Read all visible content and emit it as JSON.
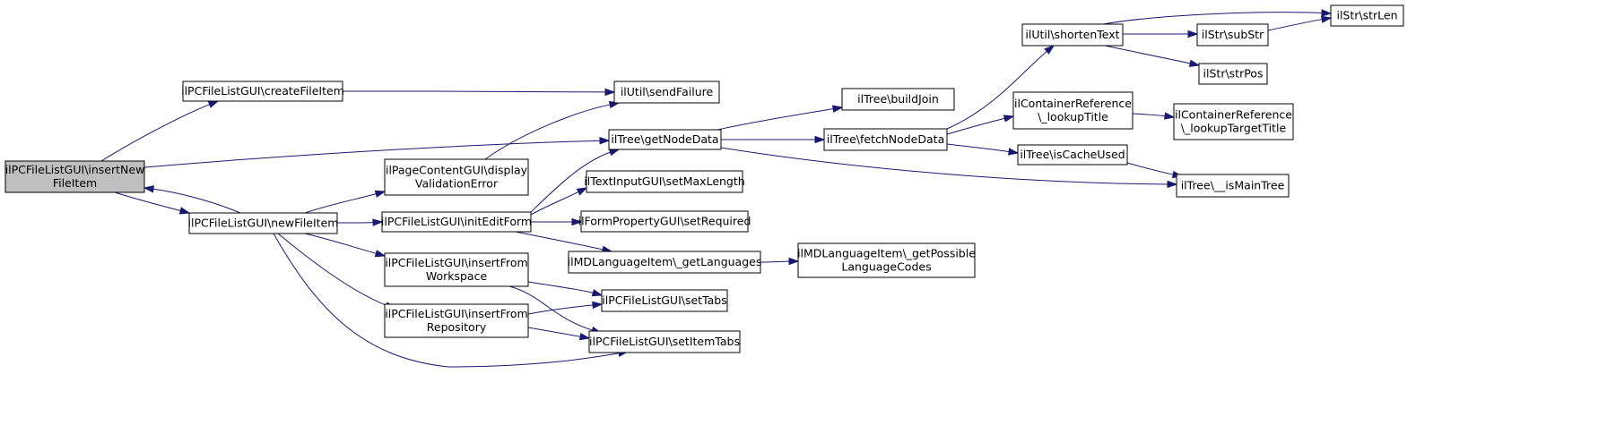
{
  "graph": {
    "nodes": [
      {
        "id": "insertNewFileItem",
        "lines": [
          "ilPCFileListGUI\\insertNew",
          "FileItem"
        ],
        "root": true
      },
      {
        "id": "createFileItem",
        "lines": [
          "ilPCFileListGUI\\createFileItem"
        ]
      },
      {
        "id": "newFileItem",
        "lines": [
          "ilPCFileListGUI\\newFileItem"
        ]
      },
      {
        "id": "displayValidationError",
        "lines": [
          "ilPageContentGUI\\display",
          "ValidationError"
        ]
      },
      {
        "id": "initEditForm",
        "lines": [
          "ilPCFileListGUI\\initEditForm"
        ]
      },
      {
        "id": "insertFromWorkspace",
        "lines": [
          "ilPCFileListGUI\\insertFrom",
          "Workspace"
        ]
      },
      {
        "id": "insertFromRepository",
        "lines": [
          "ilPCFileListGUI\\insertFrom",
          "Repository"
        ]
      },
      {
        "id": "sendFailure",
        "lines": [
          "ilUtil\\sendFailure"
        ]
      },
      {
        "id": "getNodeData",
        "lines": [
          "ilTree\\getNodeData"
        ]
      },
      {
        "id": "setMaxLength",
        "lines": [
          "ilTextInputGUI\\setMaxLength"
        ]
      },
      {
        "id": "setRequired",
        "lines": [
          "ilFormPropertyGUI\\setRequired"
        ]
      },
      {
        "id": "getLanguages",
        "lines": [
          "ilMDLanguageItem\\_getLanguages"
        ]
      },
      {
        "id": "setTabs",
        "lines": [
          "ilPCFileListGUI\\setTabs"
        ]
      },
      {
        "id": "setItemTabs",
        "lines": [
          "ilPCFileListGUI\\setItemTabs"
        ]
      },
      {
        "id": "buildJoin",
        "lines": [
          "ilTree\\buildJoin"
        ]
      },
      {
        "id": "fetchNodeData",
        "lines": [
          "ilTree\\fetchNodeData"
        ]
      },
      {
        "id": "getPossibleLanguageCodes",
        "lines": [
          "ilMDLanguageItem\\_getPossible",
          "LanguageCodes"
        ]
      },
      {
        "id": "shortenText",
        "lines": [
          "ilUtil\\shortenText"
        ]
      },
      {
        "id": "lookupTitle",
        "lines": [
          "ilContainerReference",
          "\\_lookupTitle"
        ]
      },
      {
        "id": "isCacheUsed",
        "lines": [
          "ilTree\\isCacheUsed"
        ]
      },
      {
        "id": "isMainTree",
        "lines": [
          "ilTree\\__isMainTree"
        ]
      },
      {
        "id": "lookupTargetTitle",
        "lines": [
          "ilContainerReference",
          "\\_lookupTargetTitle"
        ]
      },
      {
        "id": "subStr",
        "lines": [
          "ilStr\\subStr"
        ]
      },
      {
        "id": "strPos",
        "lines": [
          "ilStr\\strPos"
        ]
      },
      {
        "id": "strLen",
        "lines": [
          "ilStr\\strLen"
        ]
      }
    ],
    "edges": [
      {
        "from": "insertNewFileItem",
        "to": "createFileItem"
      },
      {
        "from": "insertNewFileItem",
        "to": "getNodeData"
      },
      {
        "from": "insertNewFileItem",
        "to": "newFileItem"
      },
      {
        "from": "newFileItem",
        "to": "insertNewFileItem"
      },
      {
        "from": "createFileItem",
        "to": "sendFailure"
      },
      {
        "from": "newFileItem",
        "to": "displayValidationError"
      },
      {
        "from": "newFileItem",
        "to": "initEditForm"
      },
      {
        "from": "newFileItem",
        "to": "insertFromWorkspace"
      },
      {
        "from": "newFileItem",
        "to": "insertFromRepository"
      },
      {
        "from": "newFileItem",
        "to": "setItemTabs"
      },
      {
        "from": "displayValidationError",
        "to": "sendFailure"
      },
      {
        "from": "initEditForm",
        "to": "getNodeData"
      },
      {
        "from": "initEditForm",
        "to": "setMaxLength"
      },
      {
        "from": "initEditForm",
        "to": "setRequired"
      },
      {
        "from": "initEditForm",
        "to": "getLanguages"
      },
      {
        "from": "insertFromWorkspace",
        "to": "setTabs"
      },
      {
        "from": "insertFromWorkspace",
        "to": "setItemTabs"
      },
      {
        "from": "insertFromRepository",
        "to": "setTabs"
      },
      {
        "from": "insertFromRepository",
        "to": "setItemTabs"
      },
      {
        "from": "getNodeData",
        "to": "buildJoin"
      },
      {
        "from": "getNodeData",
        "to": "fetchNodeData"
      },
      {
        "from": "getNodeData",
        "to": "isMainTree"
      },
      {
        "from": "getLanguages",
        "to": "getPossibleLanguageCodes"
      },
      {
        "from": "fetchNodeData",
        "to": "shortenText"
      },
      {
        "from": "fetchNodeData",
        "to": "lookupTitle"
      },
      {
        "from": "fetchNodeData",
        "to": "isCacheUsed"
      },
      {
        "from": "isCacheUsed",
        "to": "isMainTree"
      },
      {
        "from": "lookupTitle",
        "to": "lookupTargetTitle"
      },
      {
        "from": "shortenText",
        "to": "subStr"
      },
      {
        "from": "shortenText",
        "to": "strPos"
      },
      {
        "from": "shortenText",
        "to": "strLen"
      },
      {
        "from": "subStr",
        "to": "strLen"
      }
    ]
  },
  "colors": {
    "edge": "#191970",
    "root_fill": "#bfbfbf",
    "node_fill": "#ffffff",
    "node_border": "#000000"
  }
}
